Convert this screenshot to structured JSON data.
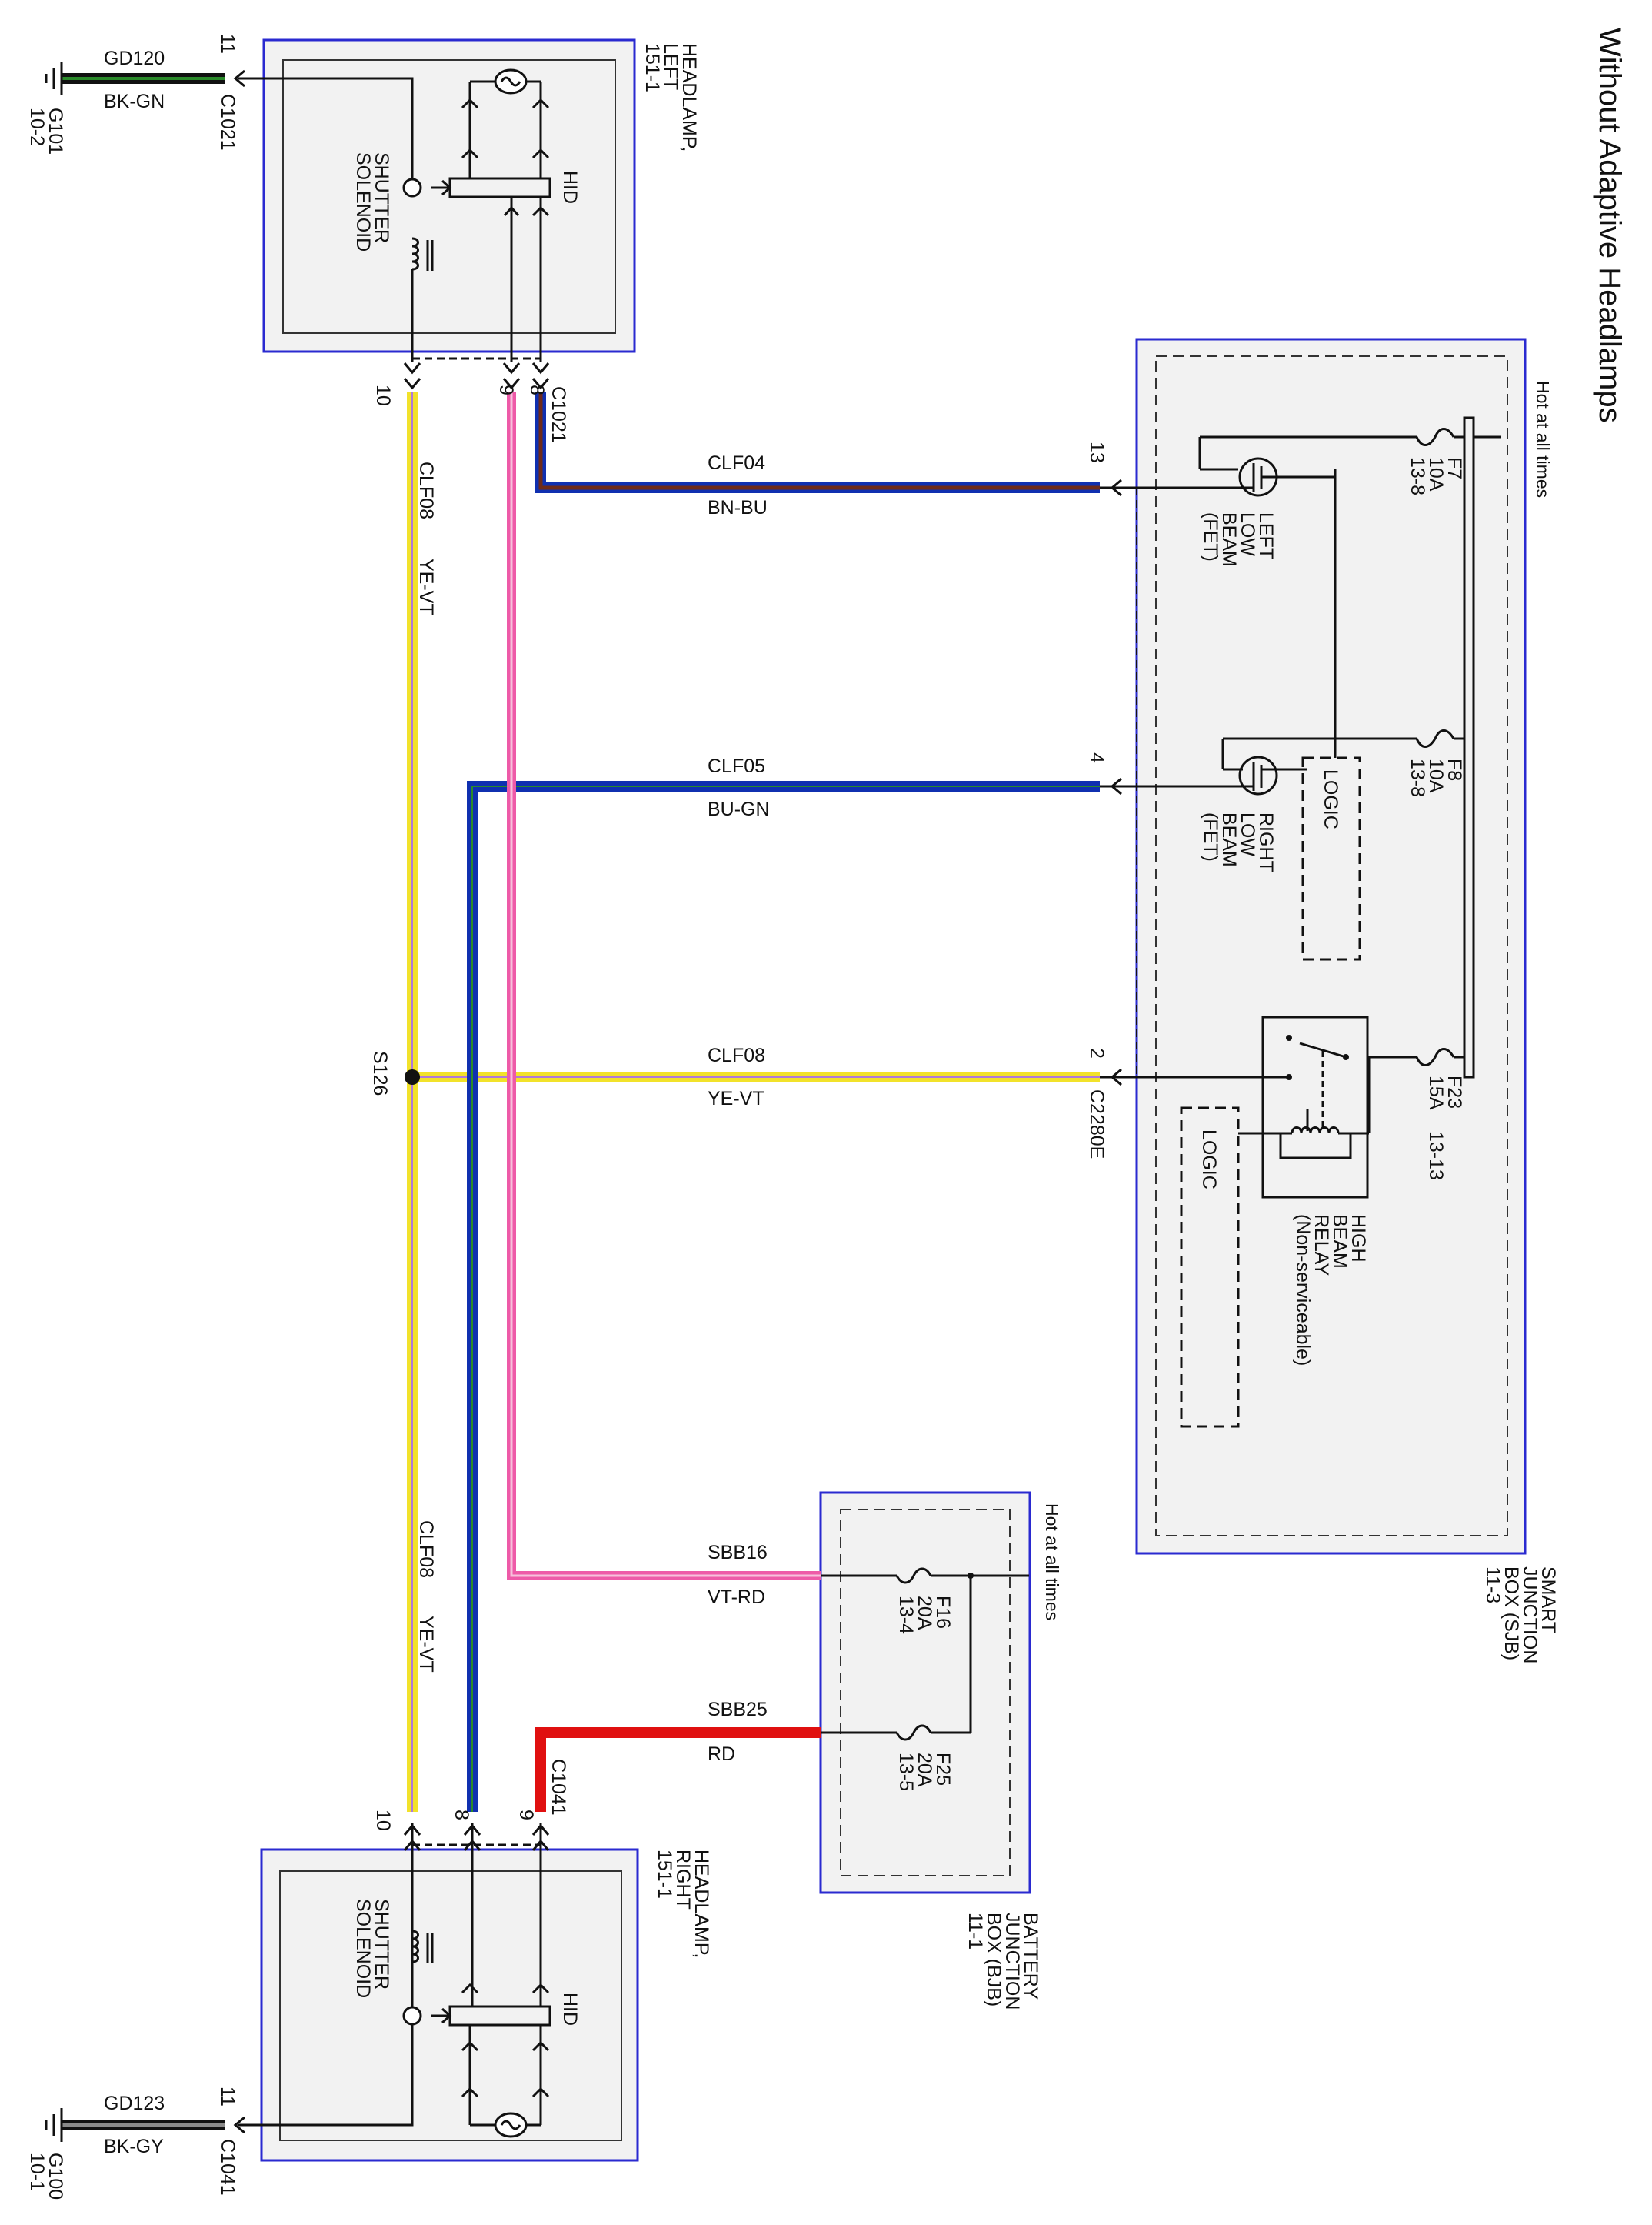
{
  "title": "Without Adaptive Headlamps",
  "hot_sjb": "Hot at all times",
  "hot_bjb": "Hot at all times",
  "headlamp_left": {
    "name1": "HEADLAMP,",
    "name2": "LEFT",
    "ref": "151-1",
    "hid": "HID",
    "sol1": "SHUTTER",
    "sol2": "SOLENOID"
  },
  "headlamp_right": {
    "name1": "HEADLAMP,",
    "name2": "RIGHT",
    "ref": "151-1",
    "hid": "HID",
    "sol1": "SHUTTER",
    "sol2": "SOLENOID"
  },
  "sjb": {
    "name1": "SMART",
    "name2": "JUNCTION",
    "name3": "BOX (SJB)",
    "ref": "11-3"
  },
  "bjb": {
    "name1": "BATTERY",
    "name2": "JUNCTION",
    "name3": "BOX (BJB)",
    "ref": "11-1"
  },
  "fuses": {
    "f7": {
      "id": "F7",
      "amps": "10A",
      "ref": "13-8"
    },
    "f8": {
      "id": "F8",
      "amps": "10A",
      "ref": "13-8"
    },
    "f23": {
      "id": "F23",
      "amps": "15A",
      "ref": "13-13"
    },
    "f16": {
      "id": "F16",
      "amps": "20A",
      "ref": "13-4"
    },
    "f25": {
      "id": "F25",
      "amps": "20A",
      "ref": "13-5"
    }
  },
  "fet_left": {
    "l1": "LEFT",
    "l2": "LOW",
    "l3": "BEAM",
    "l4": "(FET)"
  },
  "fet_right": {
    "l1": "RIGHT",
    "l2": "LOW",
    "l3": "BEAM",
    "l4": "(FET)"
  },
  "logic1": "LOGIC",
  "logic2": "LOGIC",
  "relay": {
    "l1": "HIGH",
    "l2": "BEAM",
    "l3": "RELAY",
    "l4": "(Non-serviceable)"
  },
  "connectors": {
    "c1021": "C1021",
    "c1041": "C1041",
    "c2280e": "C2280E",
    "s126": "S126"
  },
  "grounds": {
    "g101": {
      "id": "G101",
      "ref": "10-2"
    },
    "g100": {
      "id": "G100",
      "ref": "10-1"
    }
  },
  "pins": {
    "left_11": "11",
    "left_10": "10",
    "left_9": "9",
    "left_8": "8",
    "right_11": "11",
    "right_10": "10",
    "right_8": "8",
    "right_9": "9",
    "sjb_13": "13",
    "sjb_4": "4",
    "sjb_2": "2"
  },
  "wires": {
    "gd120": {
      "circuit": "GD120",
      "color": "BK-GN"
    },
    "gd123": {
      "circuit": "GD123",
      "color": "BK-GY"
    },
    "clf04": {
      "circuit": "CLF04",
      "color": "BN-BU"
    },
    "clf05": {
      "circuit": "CLF05",
      "color": "BU-GN"
    },
    "clf08_h": {
      "circuit": "CLF08",
      "color": "YE-VT"
    },
    "clf08_v1": {
      "circuit": "CLF08",
      "color": "YE-VT"
    },
    "clf08_v2": {
      "circuit": "CLF08",
      "color": "YE-VT"
    },
    "sbb16": {
      "circuit": "SBB16",
      "color": "VT-RD"
    },
    "sbb25": {
      "circuit": "SBB25",
      "color": "RD"
    }
  },
  "wire_colors": {
    "yellow": "#f2e22a",
    "violet_trace": "#b07ad8",
    "pink": "#ee5aa8",
    "blue": "#1030b0",
    "brown": "#6e2a1a",
    "red": "#e01010",
    "green": "#2a8a2a",
    "gray": "#8a8a8a",
    "black": "#111111"
  },
  "box_colors": {
    "border": "#2a2ad0",
    "fill": "#f2f2f2"
  }
}
